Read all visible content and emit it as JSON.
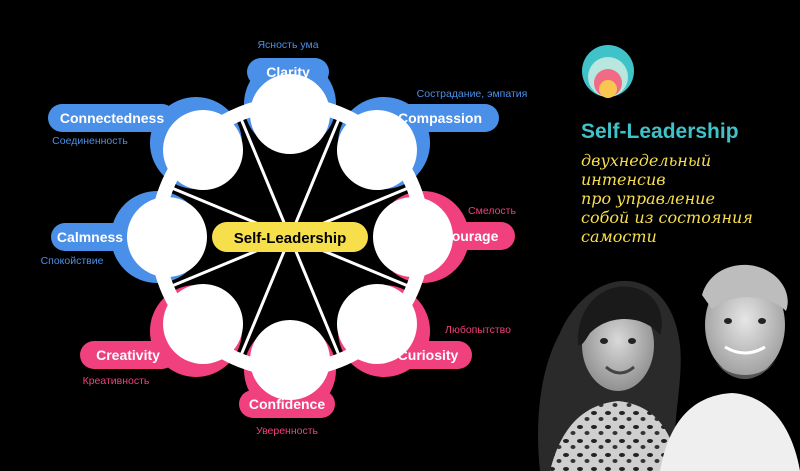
{
  "colors": {
    "background": "#000000",
    "blue": "#4a8fe8",
    "pink": "#f0407e",
    "yellow": "#f7df4b",
    "white": "#ffffff",
    "teal": "#3fc3c8"
  },
  "diagram": {
    "center_label": "Self-Leadership",
    "nodes": [
      {
        "label": "Clarity",
        "sublabel": "Ясность ума",
        "color": "blue"
      },
      {
        "label": "Compassion",
        "sublabel": "Сострадание, эмпатия",
        "color": "blue"
      },
      {
        "label": "Courage",
        "sublabel": "Смелость",
        "color": "pink"
      },
      {
        "label": "Curiosity",
        "sublabel": "Любопытство",
        "color": "pink"
      },
      {
        "label": "Confidence",
        "sublabel": "Уверенность",
        "color": "pink"
      },
      {
        "label": "Creativity",
        "sublabel": "Креативность",
        "color": "pink"
      },
      {
        "label": "Calmness",
        "sublabel": "Спокойствие",
        "color": "blue"
      },
      {
        "label": "Connectedness",
        "sublabel": "Соединенность",
        "color": "blue"
      }
    ]
  },
  "brand": {
    "logo_icon": "concentric-circles-logo",
    "title": "Self-Leadership",
    "tagline_lines": [
      "двухнедельный",
      "интенсив",
      "про управление",
      "собой из состояния",
      "самости"
    ]
  },
  "people": [
    {
      "icon": "woman-portrait-photo"
    },
    {
      "icon": "man-portrait-photo"
    }
  ]
}
